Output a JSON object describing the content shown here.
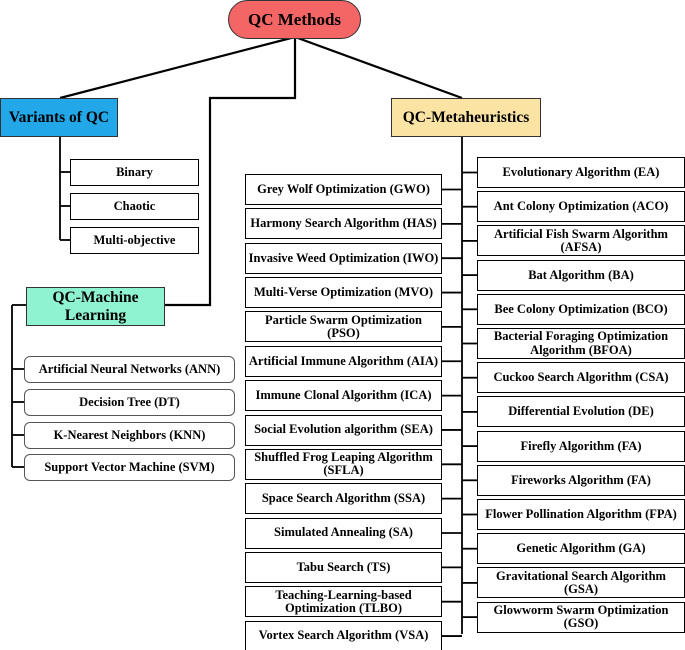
{
  "root": {
    "label": "QC Methods",
    "color": "#f46566"
  },
  "variants": {
    "label": "Variants of QC",
    "color": "#22a7e8",
    "items": [
      "Binary",
      "Chaotic",
      "Multi-objective"
    ]
  },
  "ml": {
    "label": "QC-Machine Learning",
    "color": "#8ff2d0",
    "items": [
      "Artificial Neural Networks (ANN)",
      "Decision Tree (DT)",
      "K-Nearest Neighbors (KNN)",
      "Support Vector Machine (SVM)"
    ]
  },
  "meta": {
    "label": "QC-Metaheuristics",
    "color": "#fbe3a4",
    "left": [
      "Grey Wolf Optimization (GWO)",
      "Harmony Search Algorithm (HAS)",
      "Invasive Weed Optimization (IWO)",
      "Multi-Verse Optimization (MVO)",
      "Particle Swarm Optimization (PSO)",
      "Artificial Immune Algorithm (AIA)",
      "Immune Clonal Algorithm (ICA)",
      "Social Evolution algorithm (SEA)",
      "Shuffled Frog Leaping Algorithm (SFLA)",
      "Space Search Algorithm (SSA)",
      "Simulated Annealing (SA)",
      "Tabu Search (TS)",
      "Teaching-Learning-based Optimization (TLBO)",
      "Vortex Search Algorithm (VSA)"
    ],
    "right": [
      "Evolutionary Algorithm (EA)",
      "Ant Colony Optimization (ACO)",
      "Artificial Fish Swarm Algorithm (AFSA)",
      "Bat Algorithm (BA)",
      "Bee Colony Optimization (BCO)",
      "Bacterial Foraging Optimization Algorithm (BFOA)",
      "Cuckoo Search Algorithm (CSA)",
      "Differential Evolution (DE)",
      "Firefly Algorithm (FA)",
      "Fireworks Algorithm (FA)",
      "Flower Pollination Algorithm (FPA)",
      "Genetic Algorithm (GA)",
      "Gravitational Search Algorithm (GSA)",
      "Glowworm Swarm Optimization (GSO)"
    ]
  }
}
